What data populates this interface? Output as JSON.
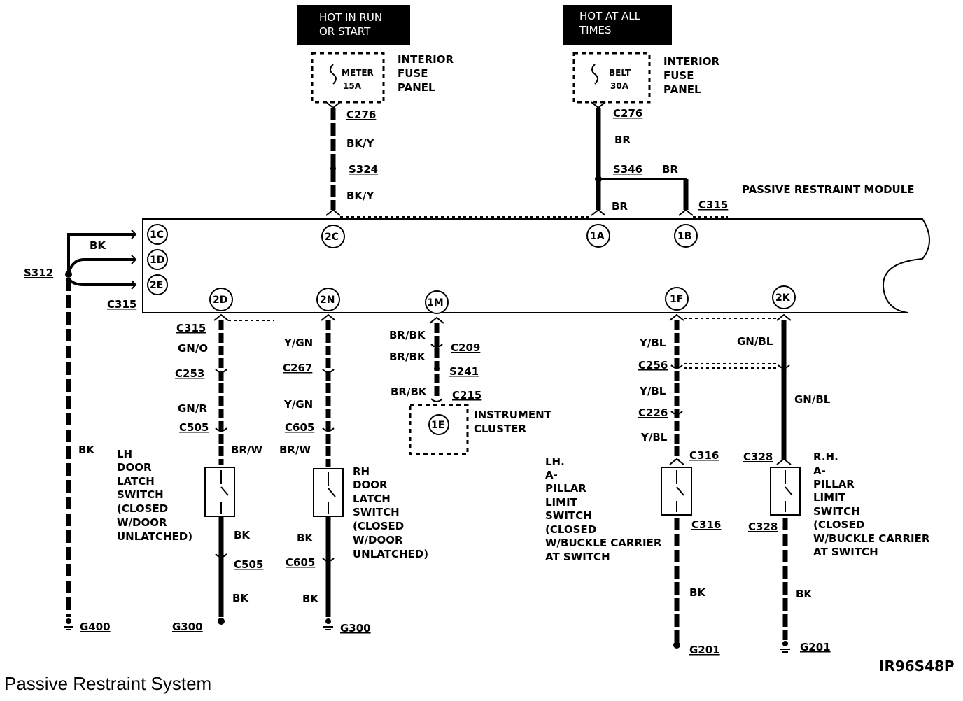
{
  "power": {
    "run_start": [
      "HOT IN RUN",
      "OR START"
    ],
    "all_times": [
      "HOT AT ALL",
      "TIMES"
    ]
  },
  "fuses": {
    "meter": {
      "name": "METER",
      "rating": "15A"
    },
    "belt": {
      "name": "BELT",
      "rating": "30A"
    },
    "panel_label": [
      "INTERIOR",
      "FUSE",
      "PANEL"
    ]
  },
  "module": {
    "name": "PASSIVE RESTRAINT MODULE"
  },
  "pins": {
    "p1C": "1C",
    "p1D": "1D",
    "p2E": "2E",
    "p2C": "2C",
    "p1A": "1A",
    "p1B": "1B",
    "p2D": "2D",
    "p2N": "2N",
    "p1M": "1M",
    "p1F": "1F",
    "p2K": "2K",
    "p1E": "1E"
  },
  "wires": {
    "bk": "BK",
    "bky": "BK/Y",
    "br": "BR",
    "gno": "GN/O",
    "gnr": "GN/R",
    "brw": "BR/W",
    "ygn": "Y/GN",
    "brbk": "BR/BK",
    "ybl": "Y/BL",
    "gnbl": "GN/BL"
  },
  "connectors": {
    "c276": "C276",
    "s324": "S324",
    "s346": "S346",
    "c315": "C315",
    "s312": "S312",
    "c253": "C253",
    "c505": "C505",
    "c267": "C267",
    "c605": "C605",
    "c209": "C209",
    "s241": "S241",
    "c215": "C215",
    "c256": "C256",
    "c226": "C226",
    "c316": "C316",
    "c328": "C328",
    "g400": "G400",
    "g300": "G300",
    "g201": "G201"
  },
  "components": {
    "instrument_cluster": [
      "INSTRUMENT",
      "CLUSTER"
    ],
    "lh_door": [
      "LH",
      "DOOR",
      "LATCH",
      "SWITCH",
      "(CLOSED",
      "W/DOOR",
      "UNLATCHED)"
    ],
    "rh_door": [
      "RH",
      "DOOR",
      "LATCH",
      "SWITCH",
      "(CLOSED",
      "W/DOOR",
      "UNLATCHED)"
    ],
    "lh_pillar": [
      "LH.",
      "A-",
      "PILLAR",
      "LIMIT",
      "SWITCH",
      "(CLOSED",
      "W/BUCKLE CARRIER",
      "AT SWITCH"
    ],
    "rh_pillar": [
      "R.H.",
      "A-",
      "PILLAR",
      "LIMIT",
      "SWITCH",
      "(CLOSED",
      "W/BUCKLE CARRIER",
      "AT SWITCH"
    ]
  },
  "caption": "Passive Restraint System",
  "ref_code": "IR96S48P"
}
